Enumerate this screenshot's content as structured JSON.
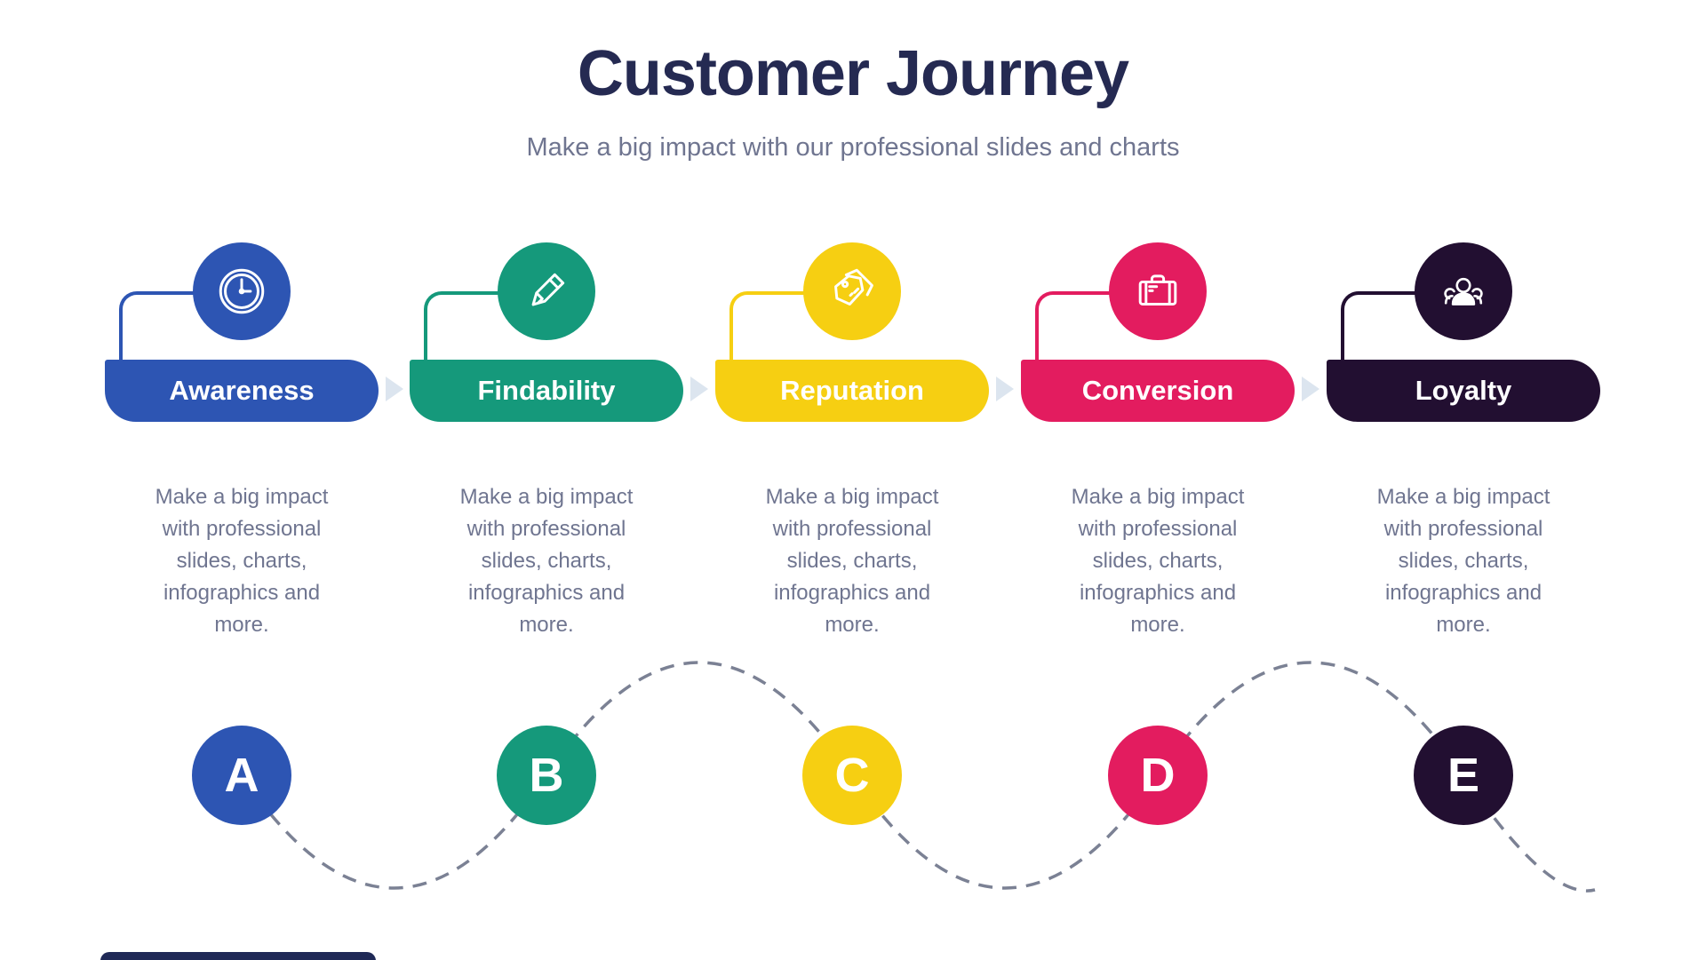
{
  "header": {
    "title": "Customer Journey",
    "subtitle": "Make a big impact with our professional slides and charts"
  },
  "stages": [
    {
      "label": "Awareness",
      "letter": "A",
      "color": "#2D55B3",
      "icon": "clock-icon",
      "description": "Make a big impact with professional slides, charts, infographics and more."
    },
    {
      "label": "Findability",
      "letter": "B",
      "color": "#15997B",
      "icon": "pencil-icon",
      "description": "Make a big impact with professional slides, charts, infographics and more."
    },
    {
      "label": "Reputation",
      "letter": "C",
      "color": "#F6CF12",
      "icon": "price-tags-icon",
      "description": "Make a big impact with professional slides, charts, infographics and more."
    },
    {
      "label": "Conversion",
      "letter": "D",
      "color": "#E31C5F",
      "icon": "briefcase-icon",
      "description": "Make a big impact with professional slides, charts, infographics and more."
    },
    {
      "label": "Loyalty",
      "letter": "E",
      "color": "#220F31",
      "icon": "people-group-icon",
      "description": "Make a big impact with professional slides, charts, infographics and more."
    }
  ],
  "colors": {
    "title": "#252A52",
    "body_text": "#6F7590",
    "arrow": "#DCE5EF",
    "dashed_path": "#7B8194",
    "footer_bar": "#1F2956",
    "icon_stroke": "#FFFFFF"
  }
}
